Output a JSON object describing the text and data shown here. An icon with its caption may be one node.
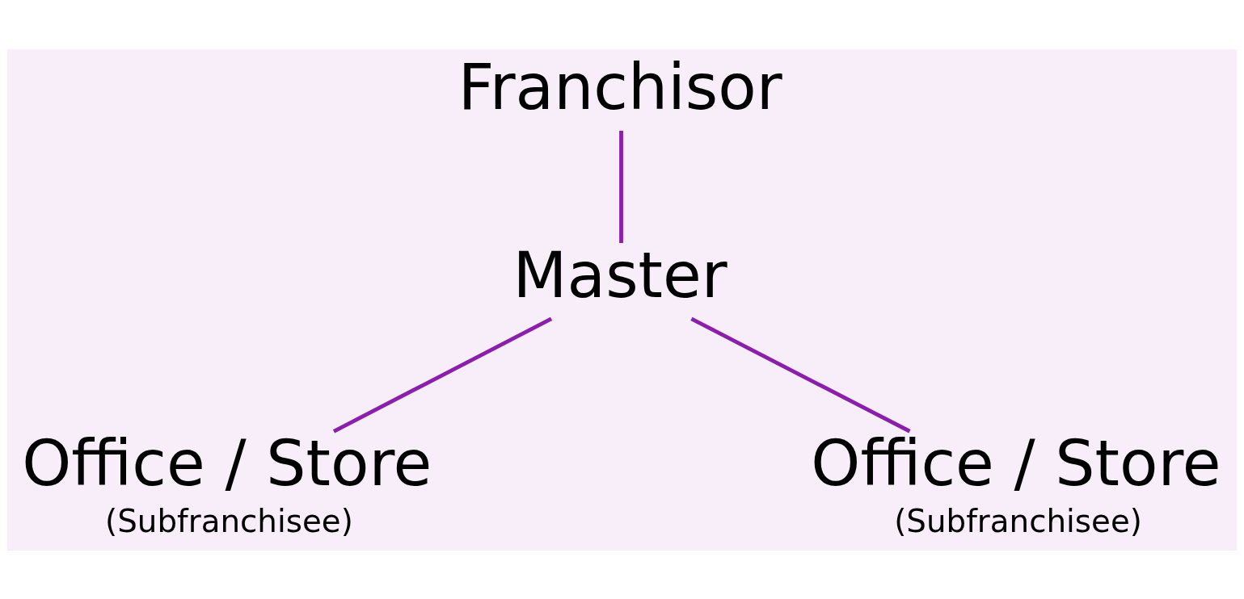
{
  "diagram": {
    "nodes": [
      {
        "text": [
          "Franchisor"
        ]
      },
      {
        "text": [
          "Master"
        ]
      },
      {
        "text": [
          "Office / Store",
          "(Subfranchisee)"
        ]
      },
      {
        "text": [
          "Office / Store",
          "(Subfranchisee)"
        ]
      }
    ],
    "edges": [
      {
        "from": 0,
        "to": 1,
        "arrow": "none"
      },
      {
        "from": 1,
        "to": 2,
        "arrow": "none"
      },
      {
        "from": 1,
        "to": 3,
        "arrow": "none"
      }
    ]
  }
}
